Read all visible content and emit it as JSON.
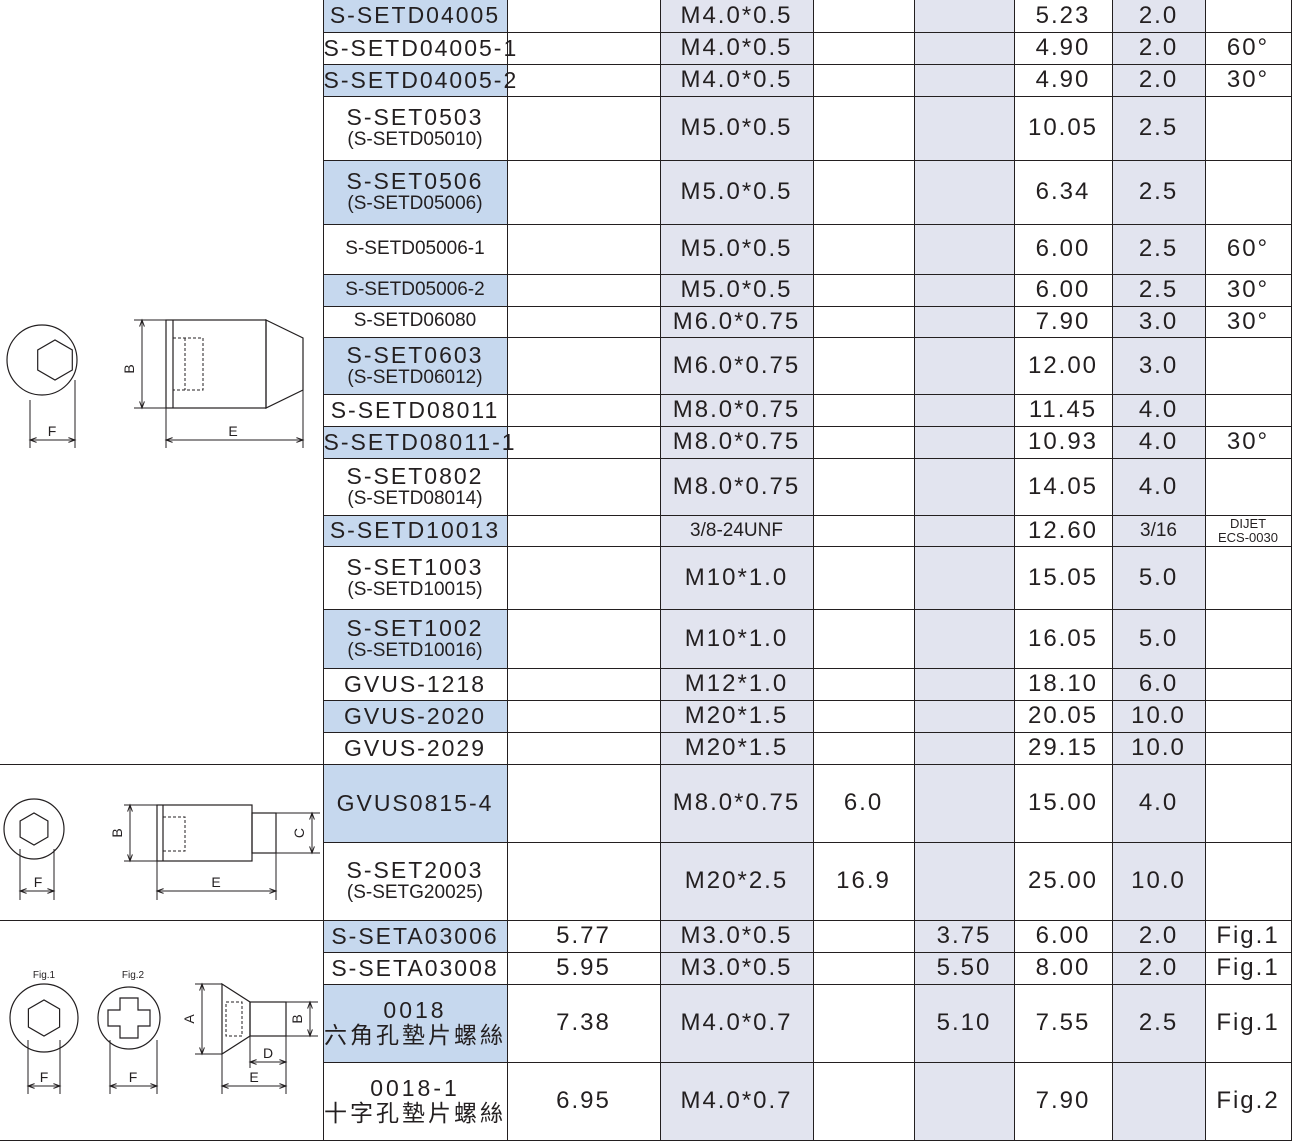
{
  "groups": [
    {
      "figure": "cone-point-set-screw",
      "dim_labels": [
        "B",
        "F",
        "E"
      ],
      "rows": [
        {
          "model": [
            "S-SETD04005"
          ],
          "h": 32,
          "hl": true,
          "c1": "",
          "thread": "M4.0*0.5",
          "c3": "",
          "c4": "",
          "length": "5.23",
          "hex": "2.0",
          "note": ""
        },
        {
          "model": [
            "S-SETD04005-1"
          ],
          "h": 32,
          "hl": false,
          "c1": "",
          "thread": "M4.0*0.5",
          "c3": "",
          "c4": "",
          "length": "4.90",
          "hex": "2.0",
          "note": "60°"
        },
        {
          "model": [
            "S-SETD04005-2"
          ],
          "h": 32,
          "hl": true,
          "c1": "",
          "thread": "M4.0*0.5",
          "c3": "",
          "c4": "",
          "length": "4.90",
          "hex": "2.0",
          "note": "30°"
        },
        {
          "model": [
            "S-SET0503",
            "(S-SETD05010)"
          ],
          "h": 64,
          "hl": false,
          "c1": "",
          "thread": "M5.0*0.5",
          "c3": "",
          "c4": "",
          "length": "10.05",
          "hex": "2.5",
          "note": ""
        },
        {
          "model": [
            "S-SET0506",
            "(S-SETD05006)"
          ],
          "h": 64,
          "hl": true,
          "c1": "",
          "thread": "M5.0*0.5",
          "c3": "",
          "c4": "",
          "length": "6.34",
          "hex": "2.5",
          "note": ""
        },
        {
          "model": [
            "S-SETD05006-1"
          ],
          "h": 50,
          "hl": false,
          "small": true,
          "c1": "",
          "thread": "M5.0*0.5",
          "c3": "",
          "c4": "",
          "length": "6.00",
          "hex": "2.5",
          "note": "60°"
        },
        {
          "model": [
            "S-SETD05006-2"
          ],
          "h": 32,
          "hl": true,
          "small": true,
          "c1": "",
          "thread": "M5.0*0.5",
          "c3": "",
          "c4": "",
          "length": "6.00",
          "hex": "2.5",
          "note": "30°"
        },
        {
          "model": [
            "S-SETD06080"
          ],
          "h": 31,
          "hl": false,
          "small": true,
          "c1": "",
          "thread": "M6.0*0.75",
          "c3": "",
          "c4": "",
          "length": "7.90",
          "hex": "3.0",
          "note": "30°"
        },
        {
          "model": [
            "S-SET0603",
            "(S-SETD06012)"
          ],
          "h": 57,
          "hl": true,
          "c1": "",
          "thread": "M6.0*0.75",
          "c3": "",
          "c4": "",
          "length": "12.00",
          "hex": "3.0",
          "note": ""
        },
        {
          "model": [
            "S-SETD08011"
          ],
          "h": 32,
          "hl": false,
          "c1": "",
          "thread": "M8.0*0.75",
          "c3": "",
          "c4": "",
          "length": "11.45",
          "hex": "4.0",
          "note": ""
        },
        {
          "model": [
            "S-SETD08011-1"
          ],
          "h": 32,
          "hl": true,
          "c1": "",
          "thread": "M8.0*0.75",
          "c3": "",
          "c4": "",
          "length": "10.93",
          "hex": "4.0",
          "note": "30°"
        },
        {
          "model": [
            "S-SET0802",
            "(S-SETD08014)"
          ],
          "h": 57,
          "hl": false,
          "c1": "",
          "thread": "M8.0*0.75",
          "c3": "",
          "c4": "",
          "length": "14.05",
          "hex": "4.0",
          "note": ""
        },
        {
          "model": [
            "S-SETD10013"
          ],
          "h": 31,
          "hl": true,
          "c1": "",
          "thread": "3/8-24UNF",
          "threadSmall": true,
          "c3": "",
          "c4": "",
          "length": "12.60",
          "hex": "3/16",
          "hexSmall": true,
          "note": "DIJET|ECS-0030"
        },
        {
          "model": [
            "S-SET1003",
            "(S-SETD10015)"
          ],
          "h": 63,
          "hl": false,
          "c1": "",
          "thread": "M10*1.0",
          "c3": "",
          "c4": "",
          "length": "15.05",
          "hex": "5.0",
          "note": ""
        },
        {
          "model": [
            "S-SET1002",
            "(S-SETD10016)"
          ],
          "h": 59,
          "hl": true,
          "c1": "",
          "thread": "M10*1.0",
          "c3": "",
          "c4": "",
          "length": "16.05",
          "hex": "5.0",
          "note": ""
        },
        {
          "model": [
            "GVUS-1218"
          ],
          "h": 32,
          "hl": false,
          "c1": "",
          "thread": "M12*1.0",
          "c3": "",
          "c4": "",
          "length": "18.10",
          "hex": "6.0",
          "note": ""
        },
        {
          "model": [
            "GVUS-2020"
          ],
          "h": 32,
          "hl": true,
          "c1": "",
          "thread": "M20*1.5",
          "c3": "",
          "c4": "",
          "length": "20.05",
          "hex": "10.0",
          "note": ""
        },
        {
          "model": [
            "GVUS-2029"
          ],
          "h": 32,
          "hl": false,
          "c1": "",
          "thread": "M20*1.5",
          "c3": "",
          "c4": "",
          "length": "29.15",
          "hex": "10.0",
          "note": ""
        }
      ]
    },
    {
      "figure": "flat-point-set-screw-with-pilot",
      "dim_labels": [
        "B",
        "C",
        "F",
        "E"
      ],
      "rows": [
        {
          "model": [
            "GVUS0815-4"
          ],
          "h": 78,
          "hl": true,
          "c1": "",
          "thread": "M8.0*0.75",
          "c3": "6.0",
          "c4": "",
          "length": "15.00",
          "hex": "4.0",
          "note": ""
        },
        {
          "model": [
            "S-SET2003",
            "(S-SETG20025)"
          ],
          "h": 78,
          "hl": false,
          "c1": "",
          "thread": "M20*2.5",
          "c3": "16.9",
          "c4": "",
          "length": "25.00",
          "hex": "10.0",
          "note": ""
        }
      ]
    },
    {
      "figure": "washer-head-screw",
      "dim_labels": [
        "Fig.1",
        "Fig.2",
        "A",
        "B",
        "D",
        "E",
        "F",
        "F"
      ],
      "rows": [
        {
          "model": [
            "S-SETA03006"
          ],
          "h": 32,
          "hl": true,
          "c1": "5.77",
          "thread": "M3.0*0.5",
          "c3": "",
          "c4": "3.75",
          "length": "6.00",
          "hex": "2.0",
          "note": "Fig.1"
        },
        {
          "model": [
            "S-SETA03008"
          ],
          "h": 32,
          "hl": false,
          "c1": "5.95",
          "thread": "M3.0*0.5",
          "c3": "",
          "c4": "5.50",
          "length": "8.00",
          "hex": "2.0",
          "note": "Fig.1"
        },
        {
          "model": [
            "0018",
            "六角孔墊片螺絲"
          ],
          "cn": true,
          "h": 78,
          "hl": true,
          "c1": "7.38",
          "thread": "M4.0*0.7",
          "c3": "",
          "c4": "5.10",
          "length": "7.55",
          "hex": "2.5",
          "note": "Fig.1"
        },
        {
          "model": [
            "0018-1",
            "十字孔墊片螺絲"
          ],
          "cn": true,
          "h": 78,
          "hl": false,
          "c1": "6.95",
          "thread": "M4.0*0.7",
          "c3": "",
          "c4": "",
          "length": "7.90",
          "hex": "",
          "note": "Fig.2"
        }
      ]
    }
  ]
}
